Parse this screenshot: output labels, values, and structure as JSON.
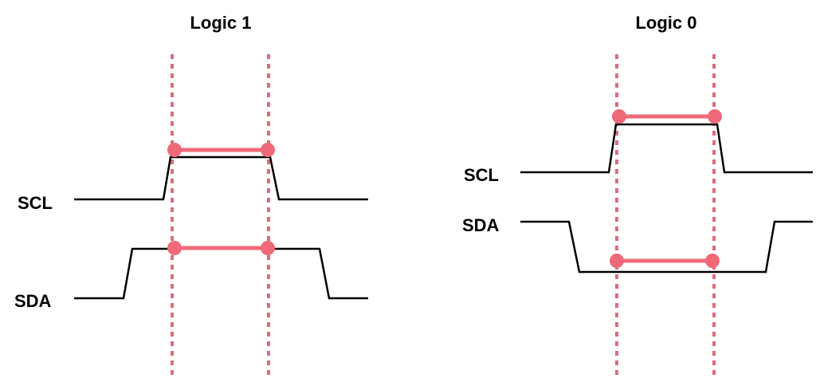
{
  "panels": [
    {
      "title": "Logic 1",
      "scl_label": "SCL",
      "sda_label": "SDA"
    },
    {
      "title": "Logic 0",
      "scl_label": "SCL",
      "sda_label": "SDA"
    }
  ],
  "colors": {
    "signal": "#000000",
    "highlight": "#ef6a78",
    "guide": "#e06b7a",
    "background": "#ffffff"
  }
}
